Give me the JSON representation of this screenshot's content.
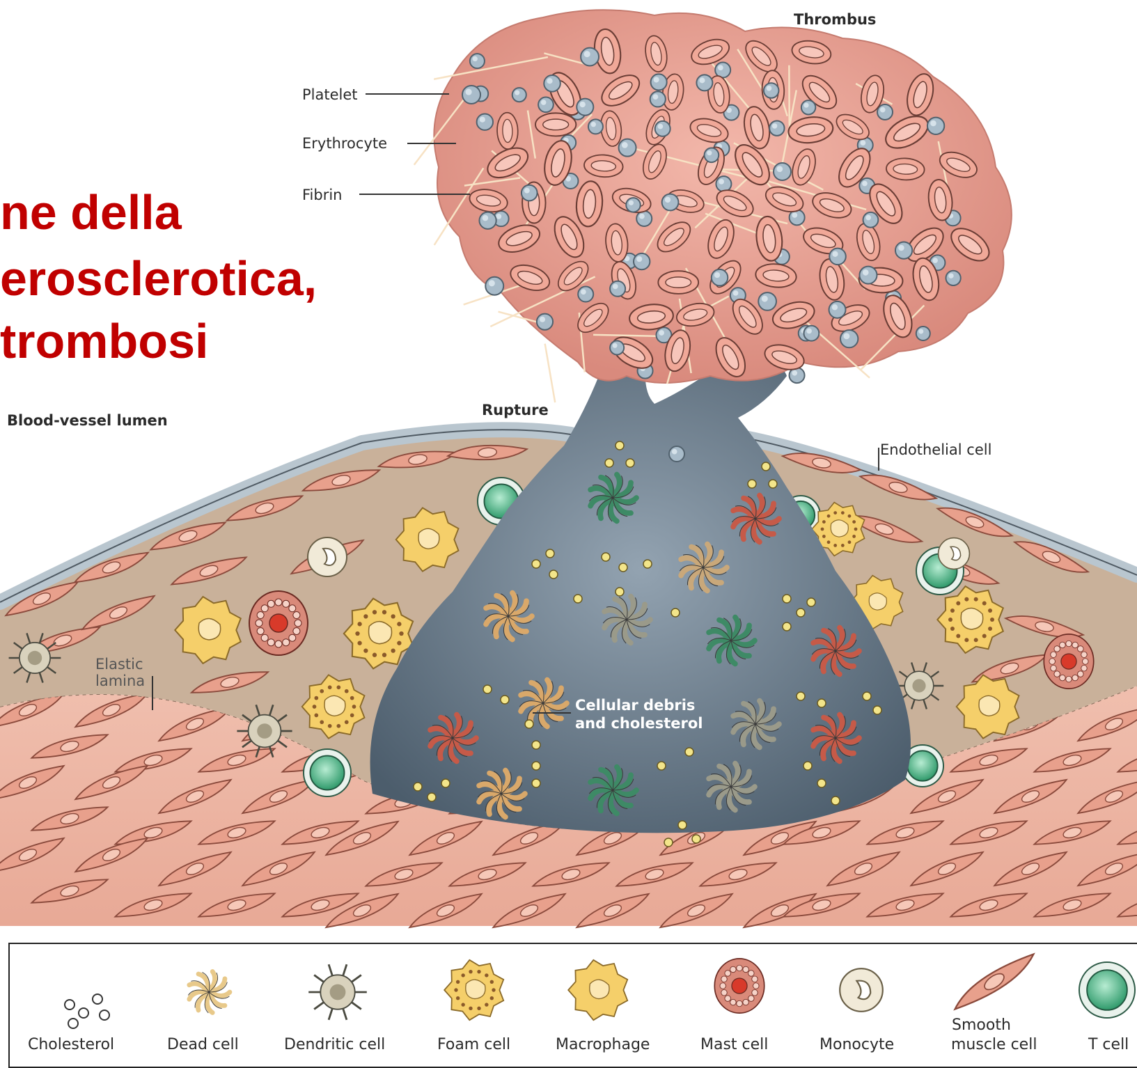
{
  "title": {
    "line1": "ne della",
    "line2": "erosclerotica,",
    "line3": "trombosi"
  },
  "labels": {
    "thrombus": "Thrombus",
    "platelet": "Platelet",
    "erythrocyte": "Erythrocyte",
    "fibrin": "Fibrin",
    "rupture": "Rupture",
    "lumen": "Blood-vessel lumen",
    "endothelial": "Endothelial cell",
    "elastic_1": "Elastic",
    "elastic_2": "lamina",
    "debris_1": "Cellular debris",
    "debris_2": "and cholesterol"
  },
  "legend": [
    {
      "key": "cholesterol",
      "label": "Cholesterol"
    },
    {
      "key": "dead",
      "label": "Dead cell"
    },
    {
      "key": "dendritic",
      "label": "Dendritic cell"
    },
    {
      "key": "foam",
      "label": "Foam cell"
    },
    {
      "key": "macrophage",
      "label": "Macrophage"
    },
    {
      "key": "mast",
      "label": "Mast cell"
    },
    {
      "key": "monocyte",
      "label": "Monocyte"
    },
    {
      "key": "smc_line1",
      "label": "Smooth"
    },
    {
      "key": "smc_line2",
      "label": "muscle cell"
    },
    {
      "key": "tcell",
      "label": "T cell"
    }
  ],
  "colors": {
    "title": "#c00000",
    "thrombus": "#e29a8e",
    "core": "#6e7f8e",
    "smooth_muscle": "#e8a08c",
    "intima": "#c9b39a",
    "endothelium": "#b8c4cc",
    "tcell": "#3a9a73",
    "foam": "#f5cf6a",
    "mast": "#c85a4a"
  }
}
